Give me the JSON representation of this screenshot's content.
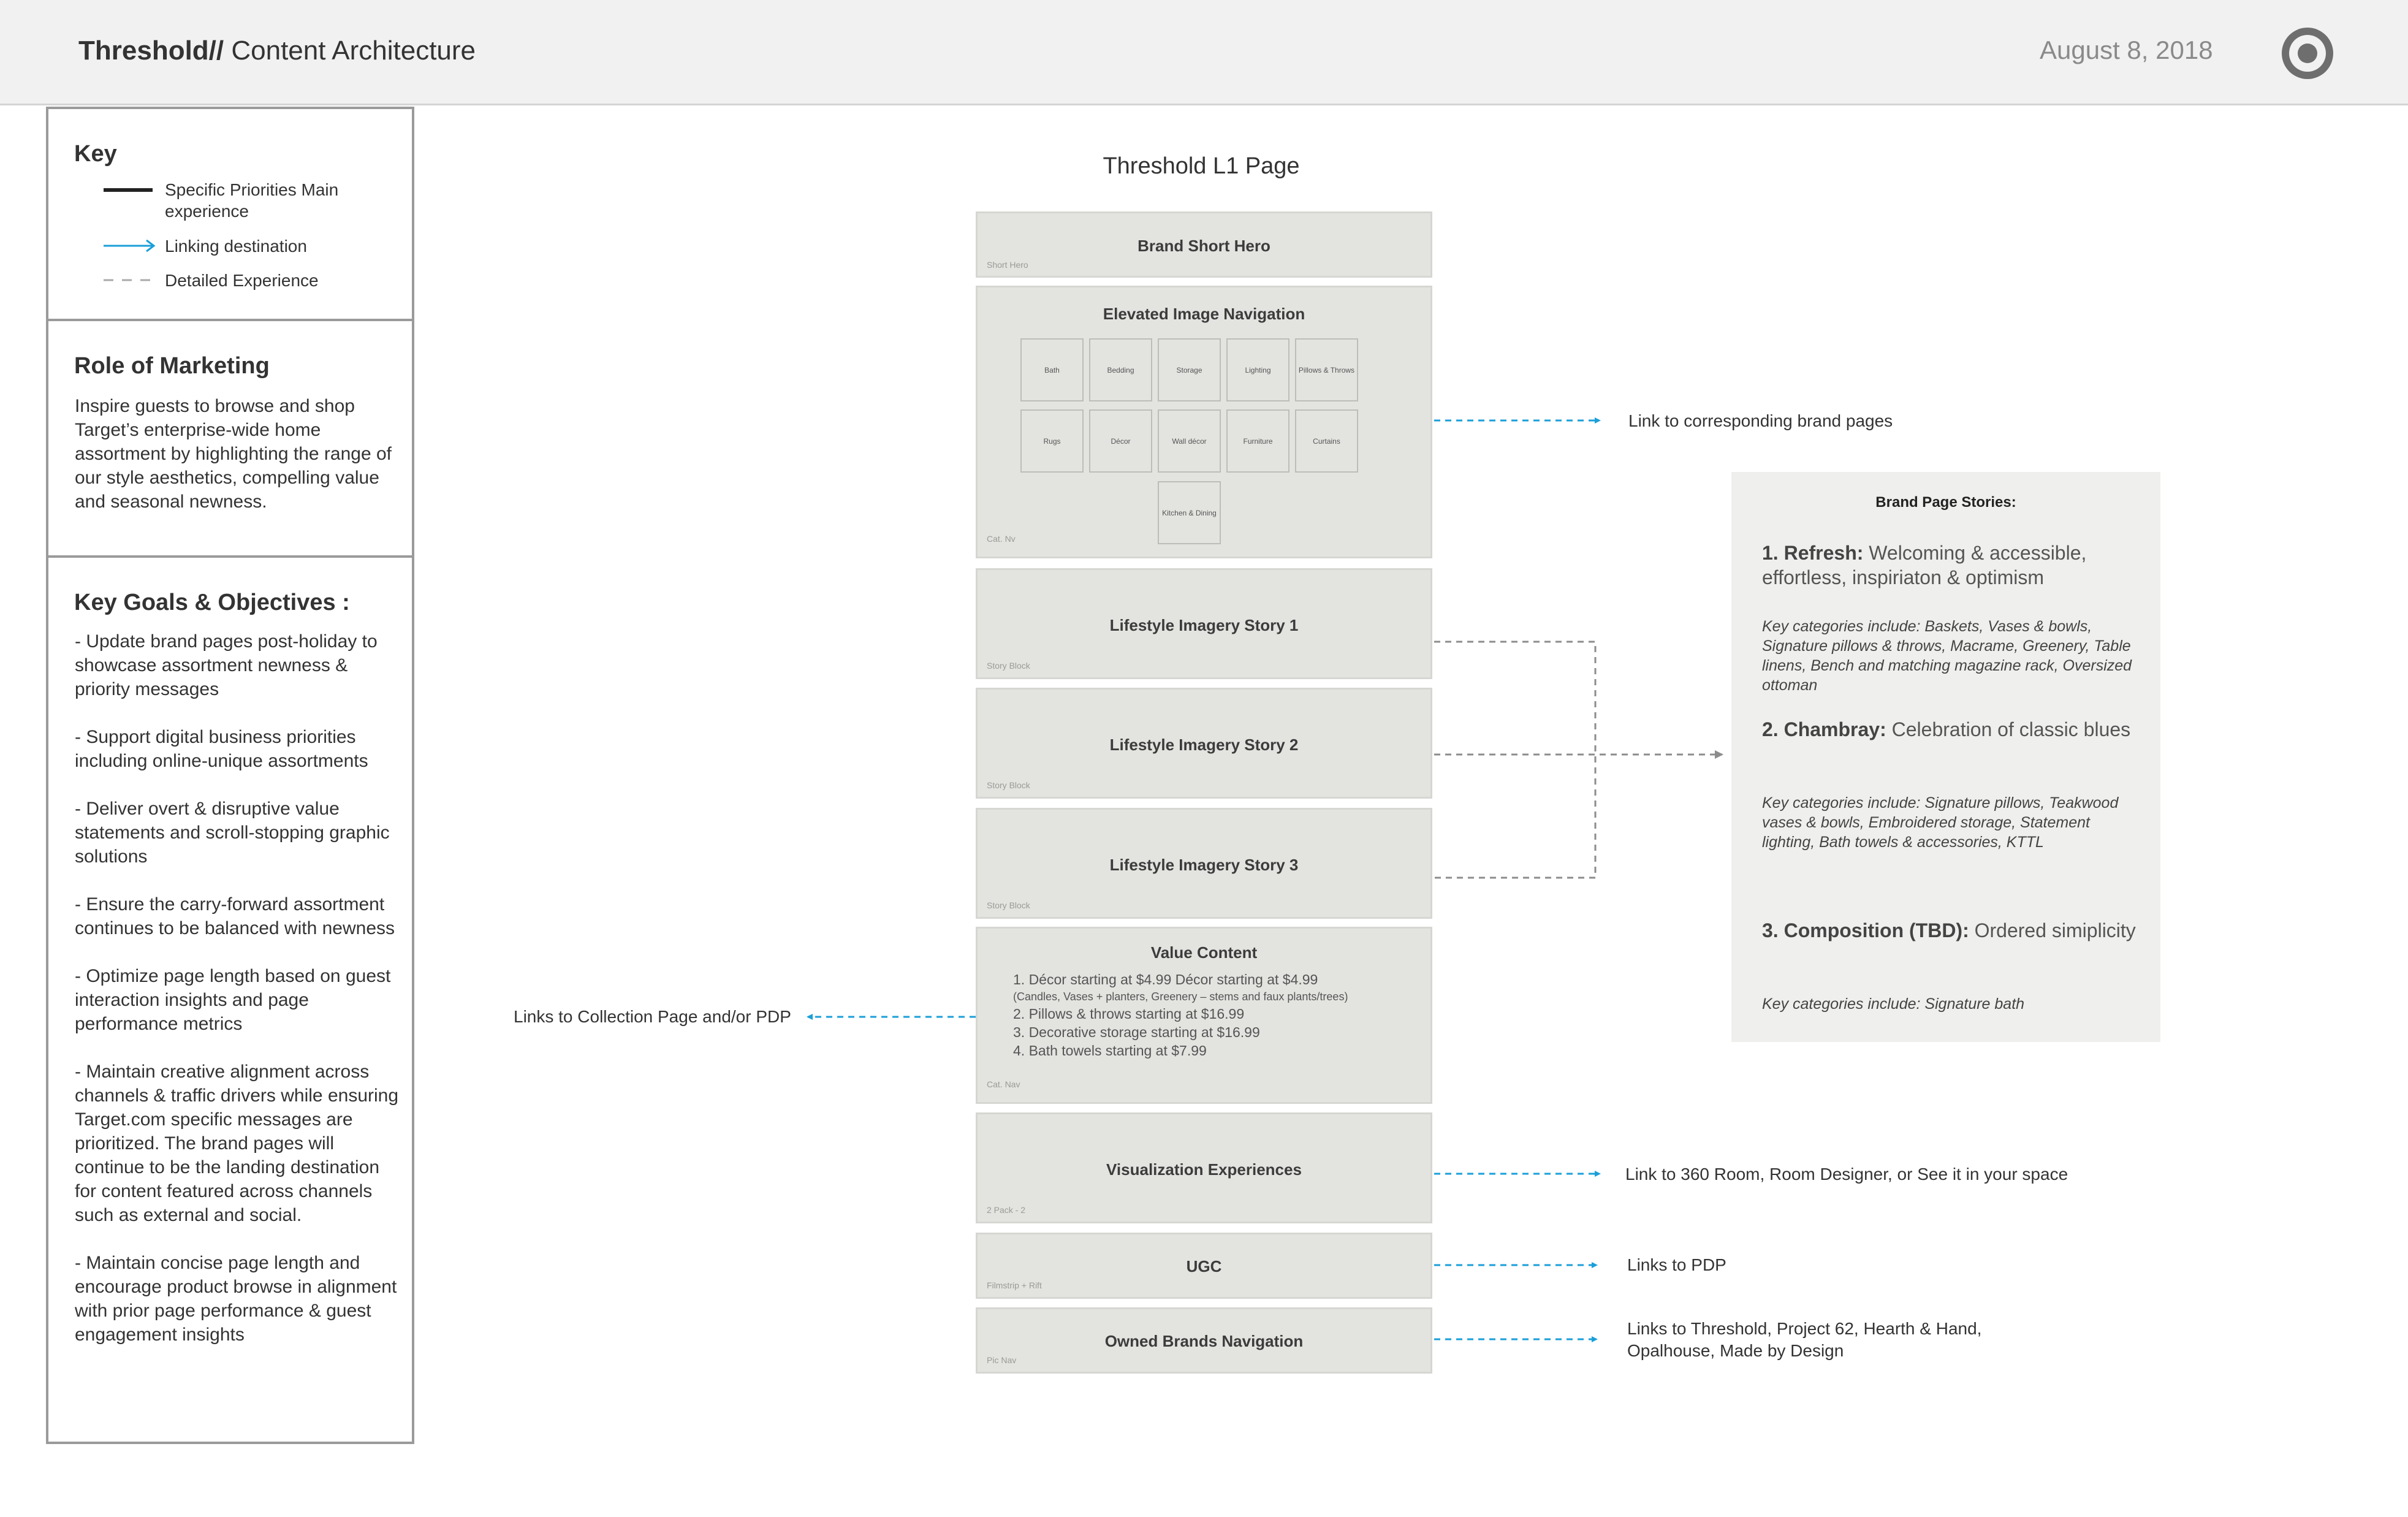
{
  "header": {
    "title_bold": "Threshold//",
    "title_rest": " Content Architecture",
    "date": "August 8, 2018",
    "logo_icon": "target-logo-icon"
  },
  "key": {
    "heading": "Key",
    "items": [
      {
        "label": "Specific Priorities Main experience",
        "line_style": "solid-black"
      },
      {
        "label": "Linking destination",
        "line_style": "arrow-blue"
      },
      {
        "label": "Detailed Experience",
        "line_style": "dashed-gray"
      }
    ]
  },
  "role": {
    "heading": "Role of Marketing",
    "body": "Inspire guests to browse and shop Target’s enterprise-wide home assortment by highlighting the range of our style aesthetics, compelling value and seasonal newness."
  },
  "goals": {
    "heading": "Key Goals & Objectives :",
    "items": [
      "- Update brand pages post-holiday to showcase assortment newness & priority messages",
      "- Support digital business priorities including online-unique assortments",
      "- Deliver overt & disruptive value statements and scroll-stopping graphic solutions",
      "- Ensure the carry-forward assortment continues to be balanced with newness",
      "- Optimize page length based on guest interaction insights and page performance metrics",
      "- Maintain creative alignment across channels & traffic drivers while ensuring Target.com specific messages are prioritized. The brand pages will continue to be the landing destination for content featured across channels such as external and social.",
      "- Maintain concise page length and encourage product browse in alignment with prior page performance & guest engagement insights"
    ]
  },
  "page": {
    "title": "Threshold L1 Page",
    "blocks": {
      "hero": {
        "title": "Brand Short Hero",
        "tag": "Short Hero"
      },
      "nav": {
        "title": "Elevated Image Navigation",
        "tag": "Cat. Nv",
        "tiles": [
          "Bath",
          "Bedding",
          "Storage",
          "Lighting",
          "Pillows & Throws",
          "Rugs",
          "Décor",
          "Wall décor",
          "Furniture",
          "Curtains",
          "Kitchen & Dining"
        ]
      },
      "story1": {
        "title": "Lifestyle Imagery Story 1",
        "tag": "Story Block"
      },
      "story2": {
        "title": "Lifestyle Imagery Story 2",
        "tag": "Story Block"
      },
      "story3": {
        "title": "Lifestyle Imagery Story 3",
        "tag": "Story Block"
      },
      "value": {
        "title": "Value Content",
        "tag": "Cat. Nav",
        "line1": "1. Décor starting at $4.99 Décor starting at $4.99",
        "line1_sub": "(Candles, Vases + planters, Greenery – stems and faux plants/trees)",
        "line2": "2. Pillows & throws starting at $16.99",
        "line3": "3. Decorative storage starting at $16.99",
        "line4": "4. Bath towels starting at $7.99"
      },
      "viz": {
        "title": "Visualization Experiences",
        "tag": "2 Pack - 2"
      },
      "ugc": {
        "title": "UGC",
        "tag": "Filmstrip + Rift"
      },
      "owned": {
        "title": "Owned Brands Navigation",
        "tag": "Pic Nav"
      }
    }
  },
  "links": {
    "brand_pages": "Link to corresponding brand pages",
    "collection": "Links to Collection Page and/or PDP",
    "viz": "Link to 360 Room, Room Designer, or See it in your space",
    "pdp": "Links to PDP",
    "owned_line1": "Links to Threshold, Project 62, Hearth & Hand,",
    "owned_line2": "Opalhouse, Made by Design"
  },
  "stories": {
    "heading": "Brand Page Stories:",
    "s1_bold": "1. Refresh:",
    "s1_text": " Welcoming & accessible, effortless, inspiriaton & optimism",
    "s1_cats": "Key categories include: Baskets, Vases & bowls, Signature pillows & throws, Macrame, Greenery, Table linens, Bench and matching magazine rack, Oversized ottoman",
    "s2_bold": "2. Chambray:",
    "s2_text": " Celebration of classic blues",
    "s2_cats": "Key categories include: Signature pillows, Teakwood vases & bowls, Embroidered storage, Statement lighting, Bath towels & accessories, KTTL",
    "s3_bold": "3. Composition (TBD):",
    "s3_text": " Ordered simiplicity",
    "s3_cats": "Key categories include: Signature bath"
  },
  "colors": {
    "link_arrow": "#1a9fd9",
    "detail_dash": "#8c8c8c",
    "block_fill": "#e3e3e0",
    "header_bg": "#f1f1f1",
    "logo_red": "#6b6b6b"
  }
}
